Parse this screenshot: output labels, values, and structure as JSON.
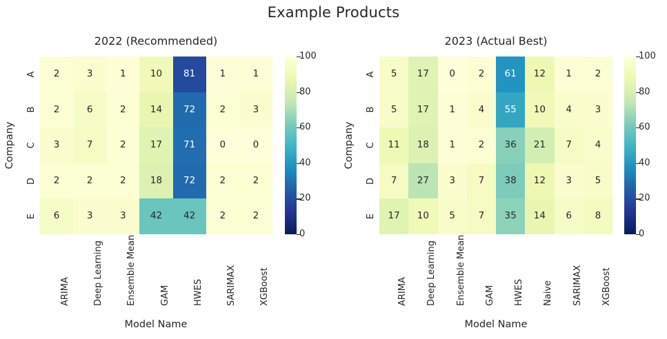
{
  "figure": {
    "title": "Example Products"
  },
  "chart_data": [
    {
      "type": "heatmap",
      "title": "2022 (Recommended)",
      "xlabel": "Model Name",
      "ylabel": "Company",
      "categories_x": [
        "ARIMA",
        "Deep Learning",
        "Ensemble Mean",
        "GAM",
        "HWES",
        "SARIMAX",
        "XGBoost"
      ],
      "categories_y": [
        "A",
        "B",
        "C",
        "D",
        "E"
      ],
      "values": [
        [
          2,
          3,
          1,
          10,
          81,
          1,
          1
        ],
        [
          2,
          6,
          2,
          14,
          72,
          2,
          3
        ],
        [
          3,
          7,
          2,
          17,
          71,
          0,
          0
        ],
        [
          2,
          2,
          2,
          18,
          72,
          2,
          2
        ],
        [
          6,
          3,
          3,
          42,
          42,
          2,
          2
        ]
      ],
      "colormap": "YlGnBu",
      "vmin": 0,
      "vmax": 100,
      "colorbar_ticks": [
        0,
        20,
        40,
        60,
        80,
        100
      ],
      "annot": true
    },
    {
      "type": "heatmap",
      "title": "2023 (Actual Best)",
      "xlabel": "Model Name",
      "ylabel": "Company",
      "categories_x": [
        "ARIMA",
        "Deep Learning",
        "Ensemble Mean",
        "GAM",
        "HWES",
        "Naive",
        "SARIMAX",
        "XGBoost"
      ],
      "categories_y": [
        "A",
        "B",
        "C",
        "D",
        "E"
      ],
      "values": [
        [
          5,
          17,
          0,
          2,
          61,
          12,
          1,
          2
        ],
        [
          5,
          17,
          1,
          4,
          55,
          10,
          4,
          3
        ],
        [
          11,
          18,
          1,
          2,
          36,
          21,
          7,
          4
        ],
        [
          7,
          27,
          3,
          7,
          38,
          12,
          3,
          5
        ],
        [
          17,
          10,
          5,
          7,
          35,
          14,
          6,
          8
        ]
      ],
      "colormap": "YlGnBu",
      "vmin": 0,
      "vmax": 100,
      "colorbar_ticks": [
        0,
        20,
        40,
        60,
        80,
        100
      ],
      "annot": true
    }
  ],
  "colors": {
    "text": "#262626",
    "background": "#ffffff"
  }
}
